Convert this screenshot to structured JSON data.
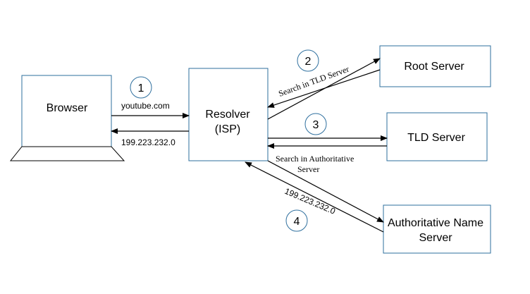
{
  "colors": {
    "box_stroke": "#2e6f9e",
    "circle_stroke": "#2e6f9e",
    "arrow": "#000000"
  },
  "nodes": {
    "browser": "Browser",
    "resolver_line1": "Resolver",
    "resolver_line2": "(ISP)",
    "root": "Root Server",
    "tld": "TLD Server",
    "auth_line1": "Authoritative Name",
    "auth_line2": "Server"
  },
  "steps": {
    "s1": "1",
    "s2": "2",
    "s3": "3",
    "s4": "4"
  },
  "edges": {
    "query_domain": "youtube.com",
    "response_ip": "199.223.232.0",
    "root_note": "Search in TLD Server",
    "tld_note_line1": "Search in Authoritative",
    "tld_note_line2": "Server",
    "auth_ip": "199.223.232.0"
  }
}
